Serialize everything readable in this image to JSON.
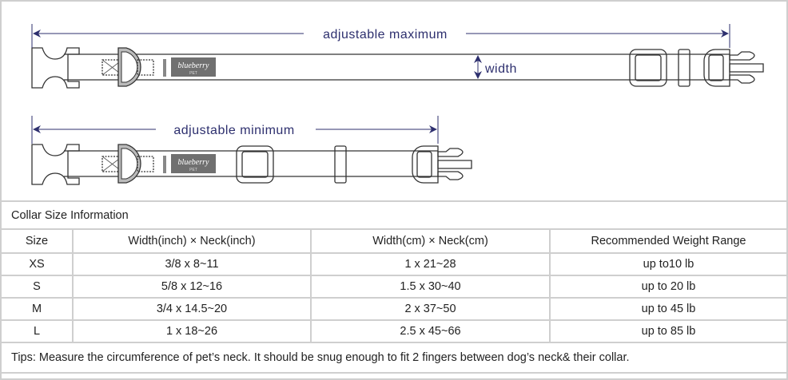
{
  "diagram": {
    "max_label": "adjustable maximum",
    "min_label": "adjustable minimum",
    "width_label": "width",
    "brand_logo": "blueberry PET",
    "arrow_color": "#2d2f6e"
  },
  "table": {
    "title": "Collar Size Information",
    "headers": [
      "Size",
      "Width(inch)  × Neck(inch)",
      "Width(cm)  × Neck(cm)",
      "Recommended Weight Range"
    ],
    "rows": [
      [
        "XS",
        "3/8 x 8~11",
        "1 x 21~28",
        "up to10 lb"
      ],
      [
        "S",
        "5/8 x 12~16",
        "1.5 x 30~40",
        "up to 20 lb"
      ],
      [
        "M",
        "3/4 x 14.5~20",
        "2 x 37~50",
        "up to 45 lb"
      ],
      [
        "L",
        "1 x 18~26",
        "2.5 x 45~66",
        "up to 85 lb"
      ]
    ],
    "tips": "Tips: Measure the circumference of pet’s neck. It should be snug enough to fit 2 fingers between dog’s neck& their collar."
  }
}
